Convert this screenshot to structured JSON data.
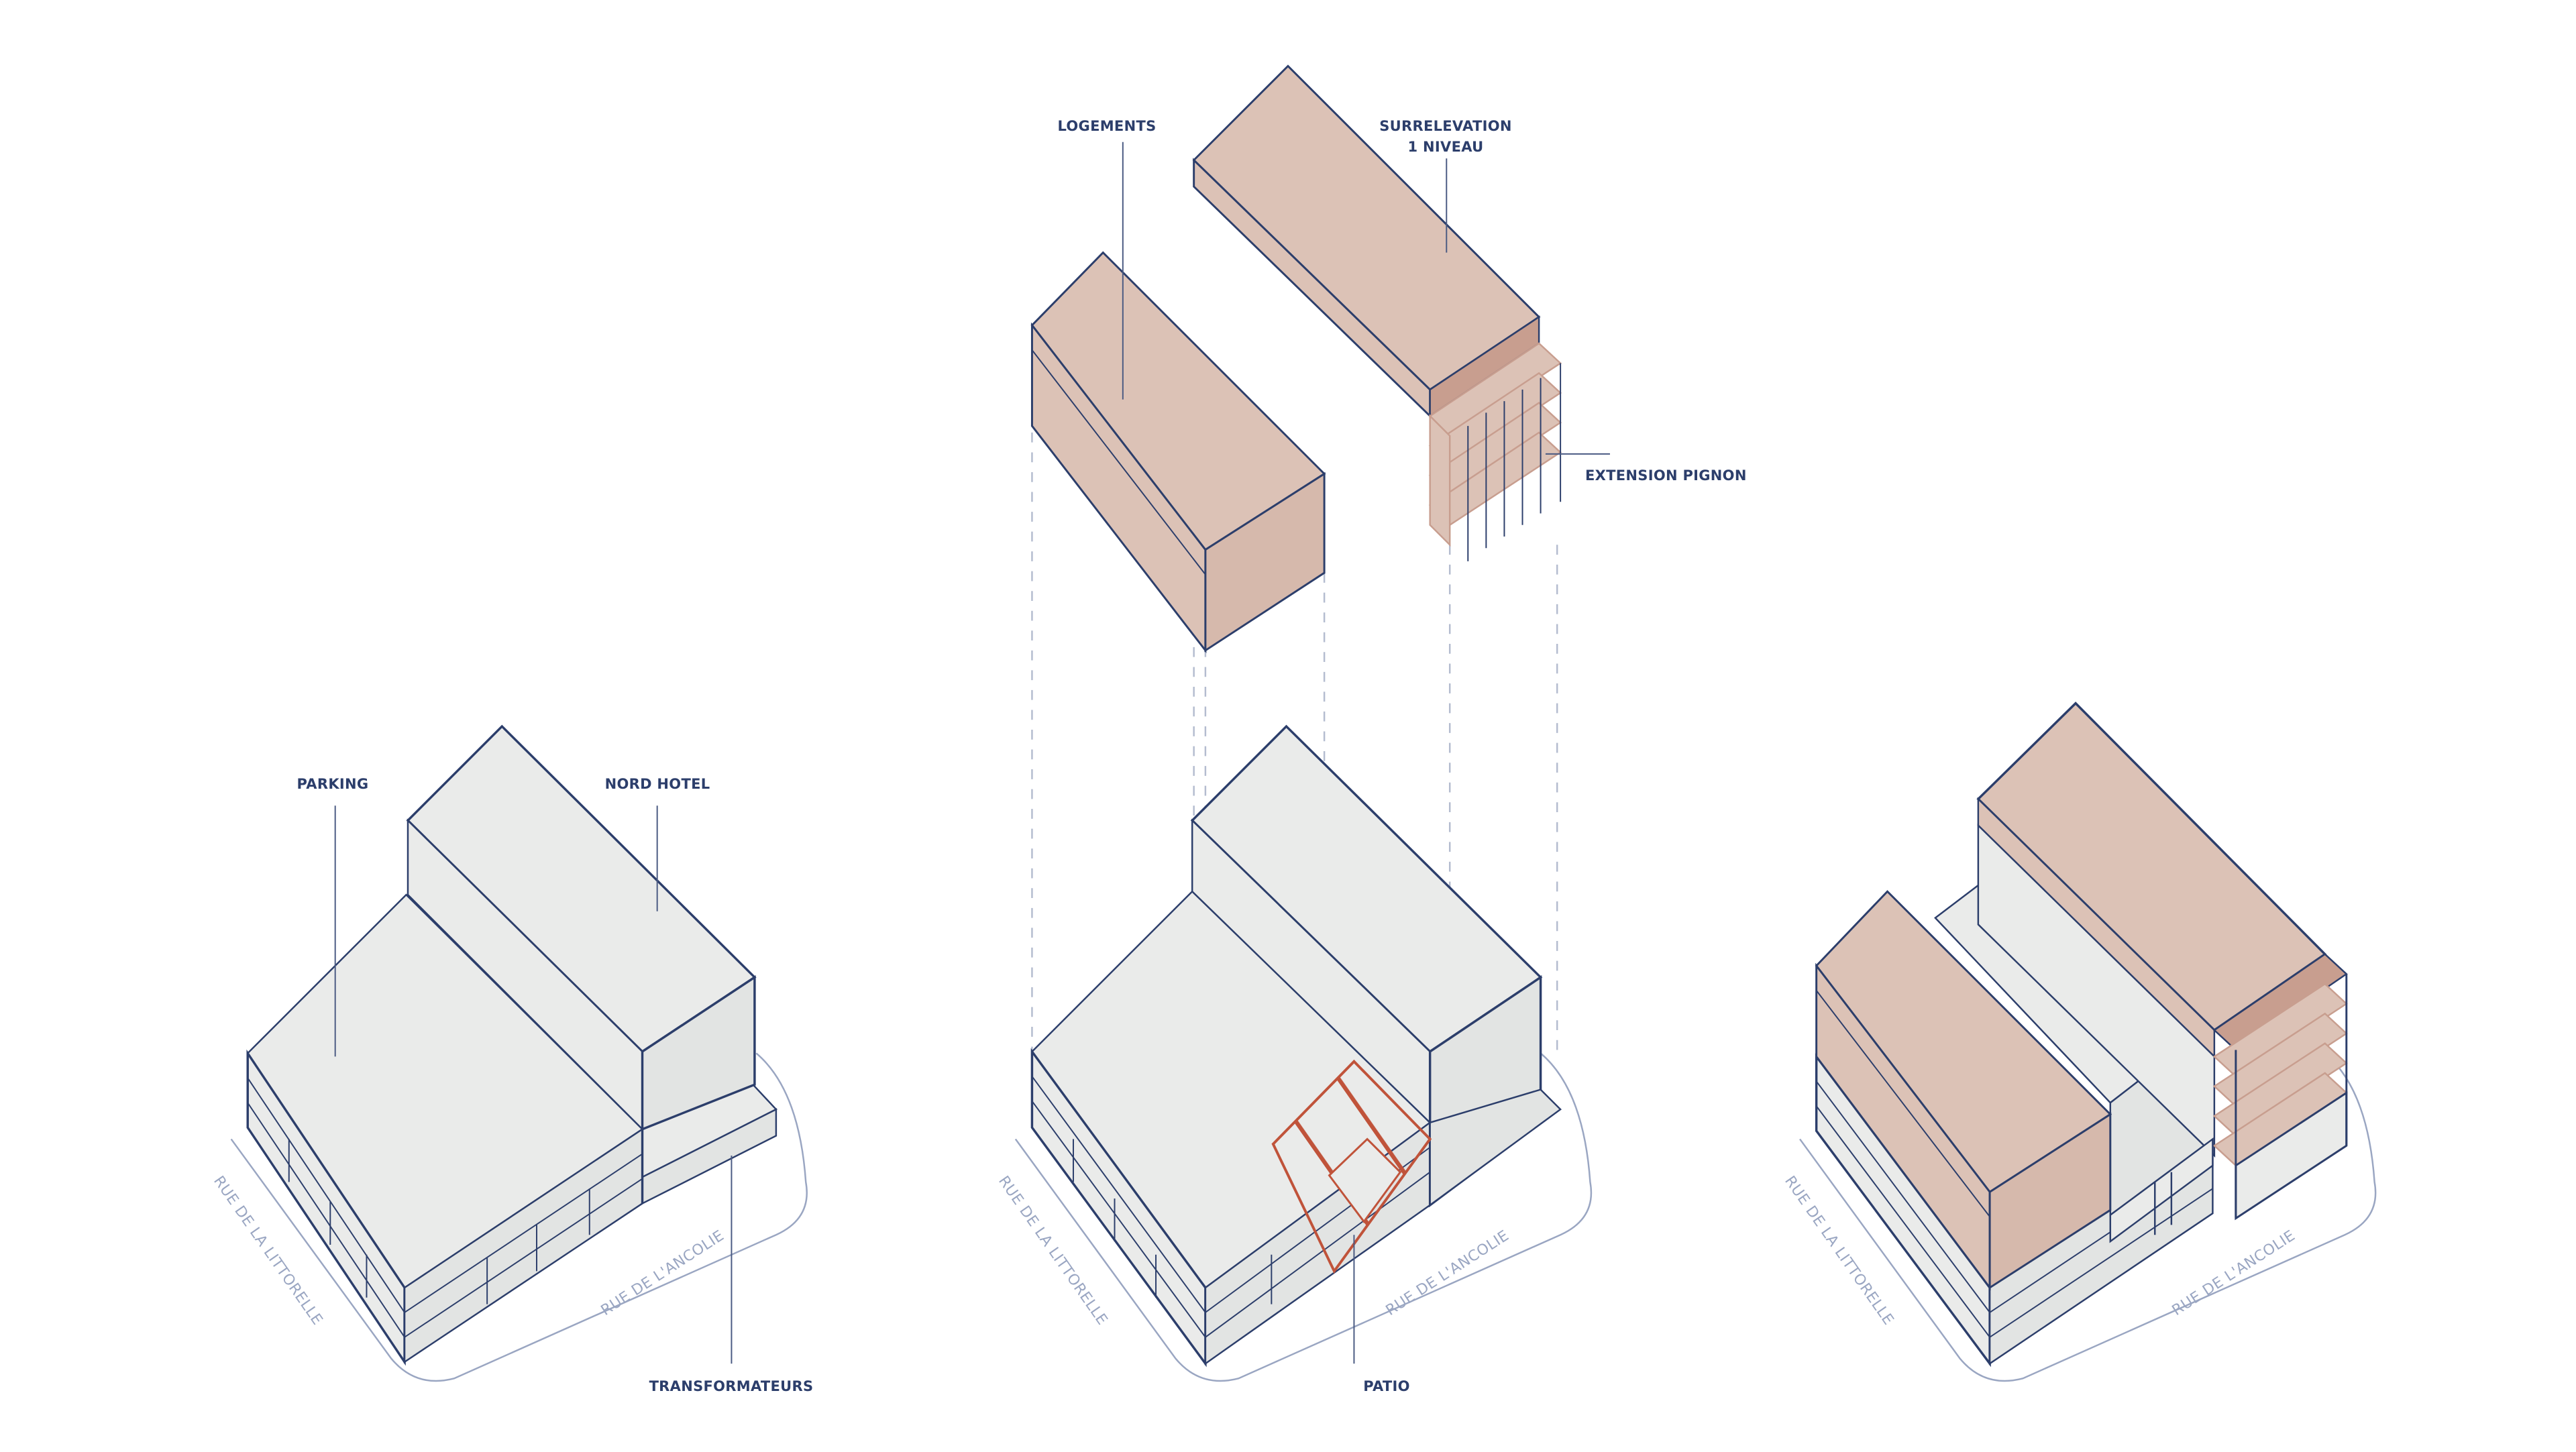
{
  "colors": {
    "ink": "#2c3e6b",
    "leader": "#4a5a82",
    "grey": "#eaebea",
    "grey_dark": "#e2e4e3",
    "pink": "#dcc2b6",
    "pink_dark": "#c89e8f",
    "hatch": "#c0533a",
    "street": "#9aa6c2",
    "dashed": "#b4bccf"
  },
  "diagrams": {
    "existing": {
      "labels": {
        "parking": "PARKING",
        "nord_hotel": "NORD HOTEL",
        "transformateurs": "TRANSFORMATEURS"
      },
      "streets": {
        "left": "RUE DE LA LITTORELLE",
        "right": "RUE DE L'ANCOLIE"
      }
    },
    "exploded": {
      "labels": {
        "logements": "LOGEMENTS",
        "surelevation_line1": "SURRELEVATION",
        "surelevation_line2": "1 NIVEAU",
        "extension_pignon": "EXTENSION PIGNON",
        "patio": "PATIO"
      },
      "streets": {
        "left": "RUE DE LA LITTORELLE",
        "right": "RUE DE L'ANCOLIE"
      }
    },
    "project": {
      "streets": {
        "left": "RUE DE LA LITTORELLE",
        "right": "RUE DE L'ANCOLIE"
      }
    }
  }
}
